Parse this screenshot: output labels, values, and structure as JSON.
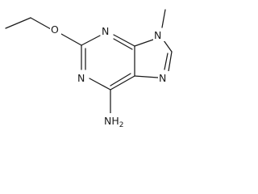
{
  "molecule": {
    "atoms": {
      "ethoxy_oxygen": "O",
      "n1": "N",
      "n3": "N",
      "n7": "N",
      "n9": "N",
      "amine": "NH",
      "amine_subscript": "2"
    },
    "line_color": "#1a1a1a"
  }
}
